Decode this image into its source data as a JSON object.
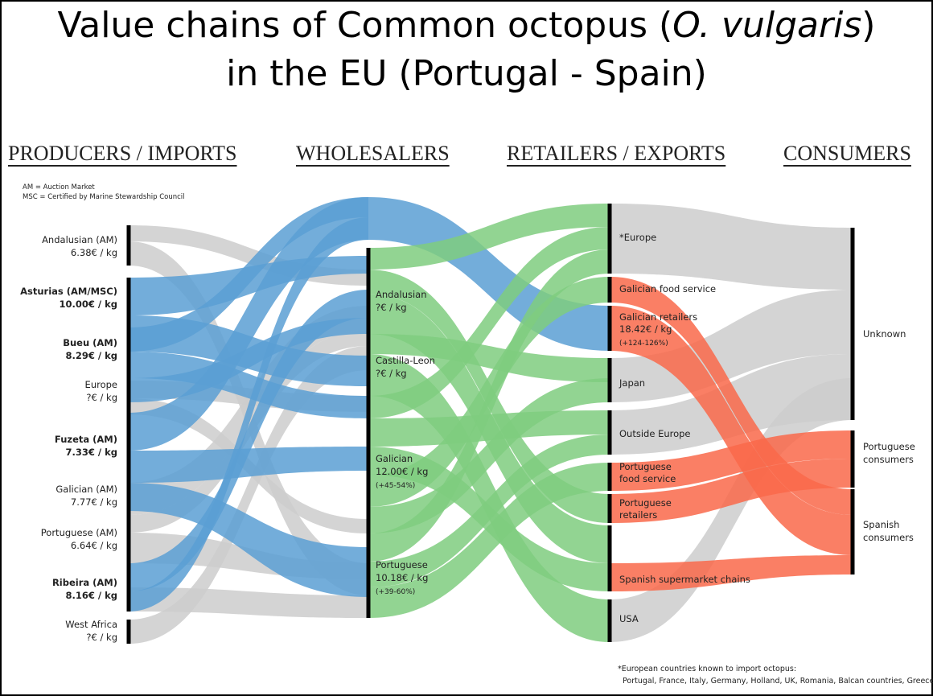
{
  "title": {
    "line1_prefix": "Value chains of Common octopus (",
    "line1_italic": "O. vulgaris",
    "line1_suffix": ")",
    "line2": "in the EU (Portugal - Spain)"
  },
  "columns": [
    "PRODUCERS / IMPORTS",
    "WHOLESALERS",
    "RETAILERS / EXPORTS",
    "CONSUMERS"
  ],
  "legend": [
    "AM = Auction Market",
    "MSC = Certified by Marine Stewardship Council"
  ],
  "producers": [
    {
      "name": "Andalusian (AM)",
      "price": "6.38€ / kg",
      "bold": false
    },
    {
      "name": "Asturias (AM/MSC)",
      "price": "10.00€ / kg",
      "bold": true
    },
    {
      "name": "Bueu (AM)",
      "price": "8.29€ / kg",
      "bold": true
    },
    {
      "name": "Europe",
      "price": "?€ / kg",
      "bold": false
    },
    {
      "name": "Fuzeta (AM)",
      "price": "7.33€ / kg",
      "bold": true
    },
    {
      "name": "Galician (AM)",
      "price": "7.77€ / kg",
      "bold": false
    },
    {
      "name": "Portuguese (AM)",
      "price": "6.64€ / kg",
      "bold": false
    },
    {
      "name": "Ribeira (AM)",
      "price": "8.16€ / kg",
      "bold": true
    },
    {
      "name": "West Africa",
      "price": "?€ / kg",
      "bold": false
    }
  ],
  "wholesalers": [
    {
      "name": "Andalusian",
      "price": "?€ / kg",
      "note": ""
    },
    {
      "name": "Castilla-Leon",
      "price": "?€ / kg",
      "note": ""
    },
    {
      "name": "Galician",
      "price": "12.00€ / kg",
      "note": "(+45-54%)"
    },
    {
      "name": "Portuguese",
      "price": "10.18€ / kg",
      "note": "(+39-60%)"
    }
  ],
  "retailers": [
    {
      "lines": [
        "*Europe"
      ],
      "note": ""
    },
    {
      "lines": [
        "Galician food service"
      ],
      "note": ""
    },
    {
      "lines": [
        "Galician retailers",
        "18.42€ / kg"
      ],
      "note": "(+124-126%)"
    },
    {
      "lines": [
        "Japan"
      ],
      "note": ""
    },
    {
      "lines": [
        "Outside Europe"
      ],
      "note": ""
    },
    {
      "lines": [
        "Portuguese",
        "food service"
      ],
      "note": ""
    },
    {
      "lines": [
        "Portuguese",
        "retailers"
      ],
      "note": ""
    },
    {
      "lines": [
        "Spanish supermarket chains"
      ],
      "note": ""
    },
    {
      "lines": [
        "USA"
      ],
      "note": ""
    }
  ],
  "consumers": [
    {
      "lines": [
        "Unknown"
      ]
    },
    {
      "lines": [
        "Portuguese",
        "consumers"
      ]
    },
    {
      "lines": [
        "Spanish",
        "consumers"
      ]
    }
  ],
  "footnote": [
    "*European countries known to import octopus:",
    "Portugal, France, Italy, Germany, Holland, UK, Romania, Balcan countries, Greece"
  ],
  "colors": {
    "blue": "#5b9fd3",
    "green": "#7fcc7f",
    "red": "#f9694a",
    "grey": "#cccccc",
    "node": "#000000"
  }
}
